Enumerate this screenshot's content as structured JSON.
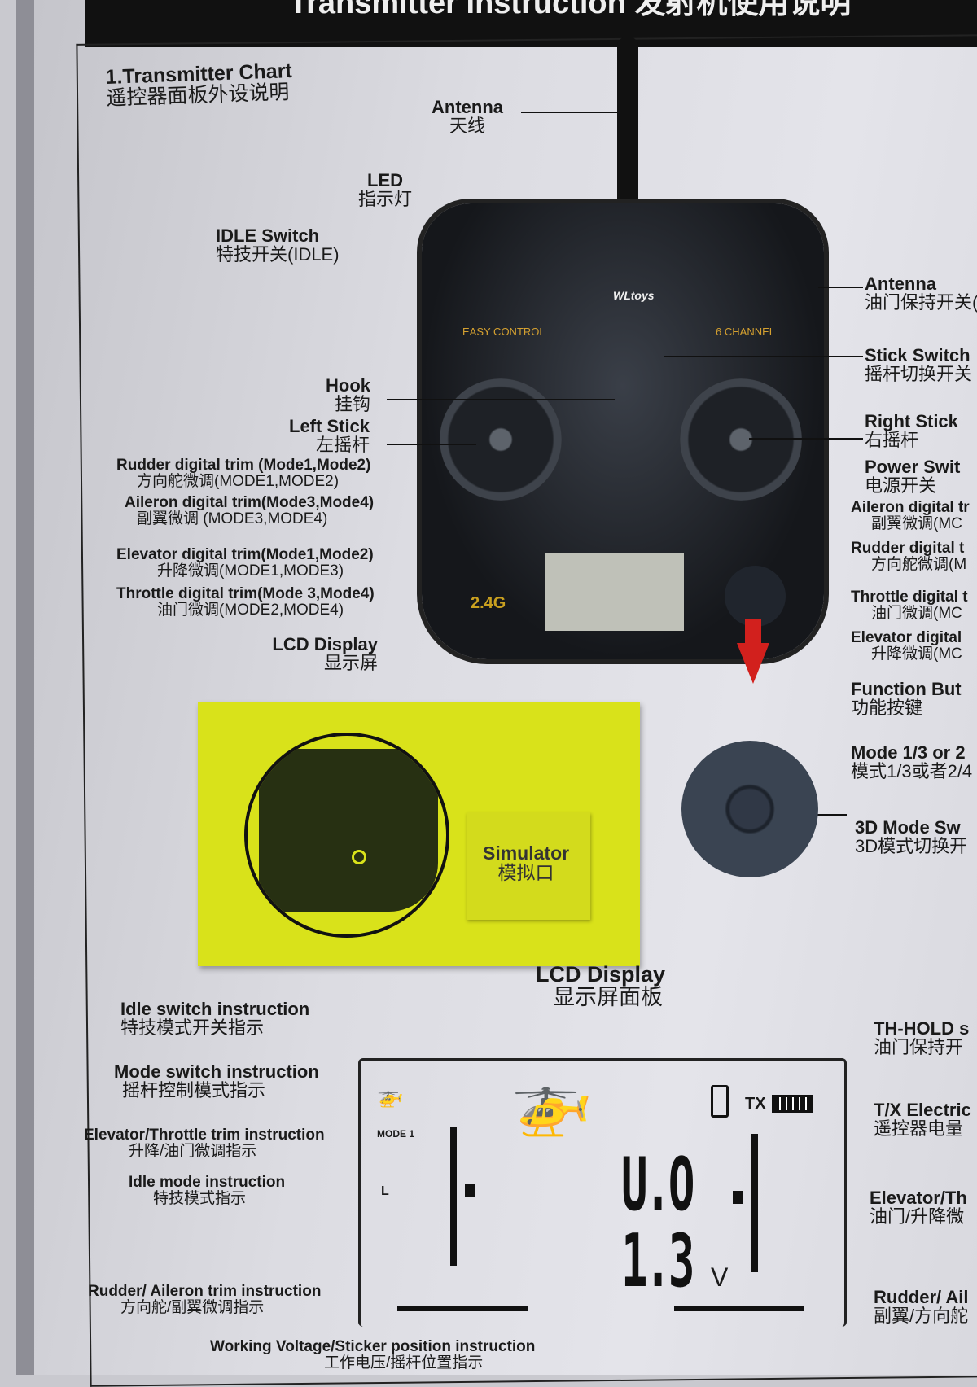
{
  "header": {
    "title": "Transmitter Instruction 发射机使用说明"
  },
  "section": {
    "title": "1.Transmitter Chart",
    "title_cn": "遥控器面板外设说明"
  },
  "transmitter": {
    "brand": "WLtoys",
    "left_label": "EASY CONTROL",
    "right_label": "6 CHANNEL",
    "lcd_text": "2.4G"
  },
  "labels": {
    "antenna": {
      "en": "Antenna",
      "cn": "天线"
    },
    "led": {
      "en": "LED",
      "cn": "指示灯"
    },
    "idle_switch": {
      "en": "IDLE Switch",
      "cn": "特技开关(IDLE)"
    },
    "hook": {
      "en": "Hook",
      "cn": "挂钩"
    },
    "left_stick": {
      "en": "Left Stick",
      "cn": "左摇杆"
    },
    "rudder_trim": {
      "en": "Rudder digital trim (Mode1,Mode2)",
      "cn": "方向舵微调(MODE1,MODE2)"
    },
    "aileron_trim": {
      "en": "Aileron digital trim(Mode3,Mode4)",
      "cn": "副翼微调  (MODE3,MODE4)"
    },
    "elevator_trim": {
      "en": "Elevator digital trim(Mode1,Mode2)",
      "cn": "升降微调(MODE1,MODE3)"
    },
    "throttle_trim": {
      "en": "Throttle digital trim(Mode 3,Mode4)",
      "cn": "油门微调(MODE2,MODE4)"
    },
    "lcd_display": {
      "en": "LCD Display",
      "cn": "显示屏"
    },
    "antenna_right": {
      "en": "Antenna",
      "cn": "油门保持开关("
    },
    "stick_switch": {
      "en": "Stick Switch",
      "cn": "摇杆切换开关"
    },
    "right_stick": {
      "en": "Right Stick",
      "cn": "右摇杆"
    },
    "power_switch": {
      "en": "Power Swit",
      "cn": "电源开关"
    },
    "aileron_trim_r": {
      "en": "Aileron digital tr",
      "cn": "副翼微调(MC"
    },
    "rudder_trim_r": {
      "en": "Rudder digital t",
      "cn": "方向舵微调(M"
    },
    "throttle_trim_r": {
      "en": "Throttle digital t",
      "cn": "油门微调(MC"
    },
    "elevator_trim_r": {
      "en": "Elevator digital",
      "cn": "升降微调(MC"
    },
    "function_button": {
      "en": "Function But",
      "cn": "功能按键"
    },
    "mode_13": {
      "en": "Mode 1/3 or 2",
      "cn": "模式1/3或者2/4"
    },
    "mode_3d": {
      "en": "3D Mode Sw",
      "cn": "3D模式切换开"
    },
    "simulator": {
      "en": "Simulator",
      "cn": "模拟口"
    }
  },
  "lcd_panel": {
    "title": "LCD Display",
    "title_cn": "显示屏面板",
    "mode_text": "MODE 1",
    "idle_text": "L",
    "tx_text": "TX",
    "digits_top": "U.O",
    "digits_bottom": "1.3",
    "unit": "V",
    "labels": {
      "idle_switch": {
        "en": "Idle switch instruction",
        "cn": "特技模式开关指示"
      },
      "mode_switch": {
        "en": "Mode switch instruction",
        "cn": "摇杆控制模式指示"
      },
      "elev_throttle": {
        "en": "Elevator/Throttle trim instruction",
        "cn": "升降/油门微调指示"
      },
      "idle_mode": {
        "en": "Idle mode instruction",
        "cn": "特技模式指示"
      },
      "rudder_aileron": {
        "en": "Rudder/ Aileron trim instruction",
        "cn": "方向舵/副翼微调指示"
      },
      "working_voltage": {
        "en": "Working Voltage/Sticker position instruction",
        "cn": "工作电压/摇杆位置指示"
      },
      "th_hold": {
        "en": "TH-HOLD s",
        "cn": "油门保持开"
      },
      "tx_electric": {
        "en": "T/X Electric",
        "cn": "遥控器电量"
      },
      "elevator_th": {
        "en": "Elevator/Th",
        "cn": "油门/升降微"
      },
      "rudder_ail": {
        "en": "Rudder/ Ail",
        "cn": "副翼/方向舵"
      }
    }
  },
  "colors": {
    "highlight": "#d9e21a",
    "arrow": "#d2201d"
  }
}
